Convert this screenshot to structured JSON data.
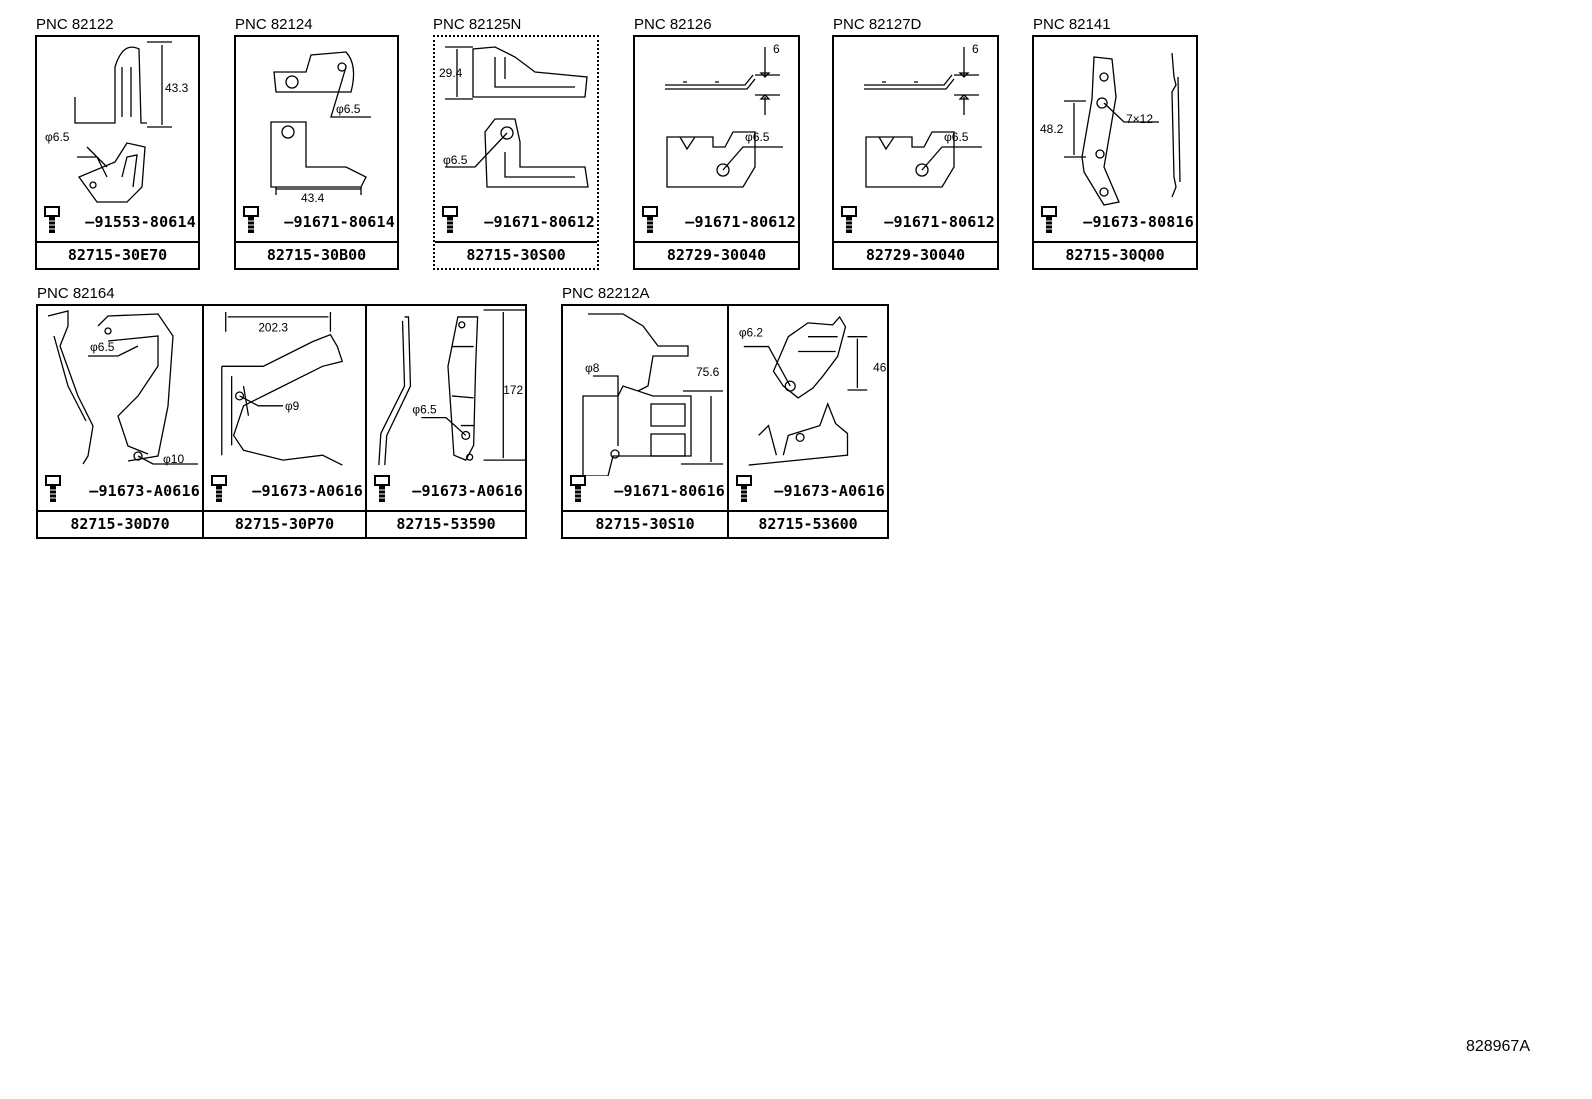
{
  "groups": [
    {
      "pnc": "PNC 82122",
      "items": [
        {
          "bolt": "91553-80614",
          "part": "82715-30E70",
          "dims": [
            "43.3",
            "φ6.5"
          ]
        }
      ]
    },
    {
      "pnc": "PNC 82124",
      "items": [
        {
          "bolt": "91671-80614",
          "part": "82715-30B00",
          "dims": [
            "φ6.5",
            "43.4"
          ]
        }
      ]
    },
    {
      "pnc": "PNC 82125N",
      "items": [
        {
          "bolt": "91671-80612",
          "part": "82715-30S00",
          "dims": [
            "29.4",
            "φ6.5"
          ]
        }
      ]
    },
    {
      "pnc": "PNC 82126",
      "items": [
        {
          "bolt": "91671-80612",
          "part": "82729-30040",
          "dims": [
            "6",
            "φ6.5"
          ]
        }
      ]
    },
    {
      "pnc": "PNC 82127D",
      "items": [
        {
          "bolt": "91671-80612",
          "part": "82729-30040",
          "dims": [
            "6",
            "φ6.5"
          ]
        }
      ]
    },
    {
      "pnc": "PNC 82141",
      "items": [
        {
          "bolt": "91673-80816",
          "part": "82715-30Q00",
          "dims": [
            "48.2",
            "7×12"
          ]
        }
      ]
    },
    {
      "pnc": "PNC 82164",
      "items": [
        {
          "bolt": "91673-A0616",
          "part": "82715-30D70",
          "dims": [
            "φ6.5",
            "φ10"
          ]
        },
        {
          "bolt": "91673-A0616",
          "part": "82715-30P70",
          "dims": [
            "202.3",
            "φ9"
          ]
        },
        {
          "bolt": "91673-A0616",
          "part": "82715-53590",
          "dims": [
            "172",
            "φ6.5"
          ]
        }
      ]
    },
    {
      "pnc": "PNC 82212A",
      "items": [
        {
          "bolt": "91671-80616",
          "part": "82715-30S10",
          "dims": [
            "φ8",
            "75.6"
          ]
        },
        {
          "bolt": "91673-A0616",
          "part": "82715-53600",
          "dims": [
            "φ6.2",
            "46"
          ]
        }
      ]
    }
  ],
  "reference": "828967A"
}
